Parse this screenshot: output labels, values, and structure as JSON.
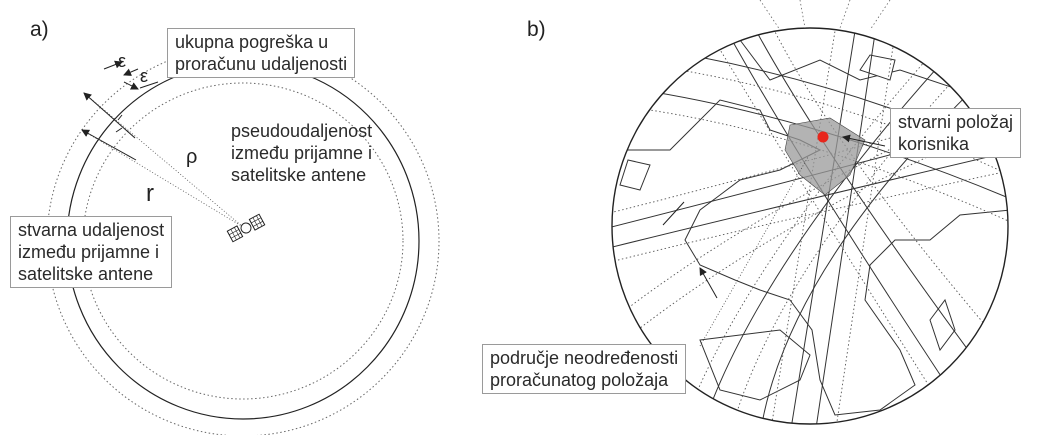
{
  "panel_a": {
    "letter": "a)",
    "total_error_label": [
      "ukupna pogreška u",
      "proračunu udaljenosti"
    ],
    "pseudorange_label": [
      "pseudoudaljenost",
      "između prijamne i",
      "satelitske antene"
    ],
    "true_range_label": [
      "stvarna udaljenost",
      "između prijamne i",
      "satelitske antene"
    ],
    "symbols": {
      "epsilon": "ε",
      "rho": "ρ",
      "r": "r"
    }
  },
  "panel_b": {
    "letter": "b)",
    "true_position_label": [
      "stvarni položaj",
      "korisnika"
    ],
    "uncertainty_label": [
      "područje neodređenosti",
      "proračunatog položaja"
    ],
    "user_dot_color": "#e8261c",
    "uncertainty_fill": "#9a9a9a"
  }
}
